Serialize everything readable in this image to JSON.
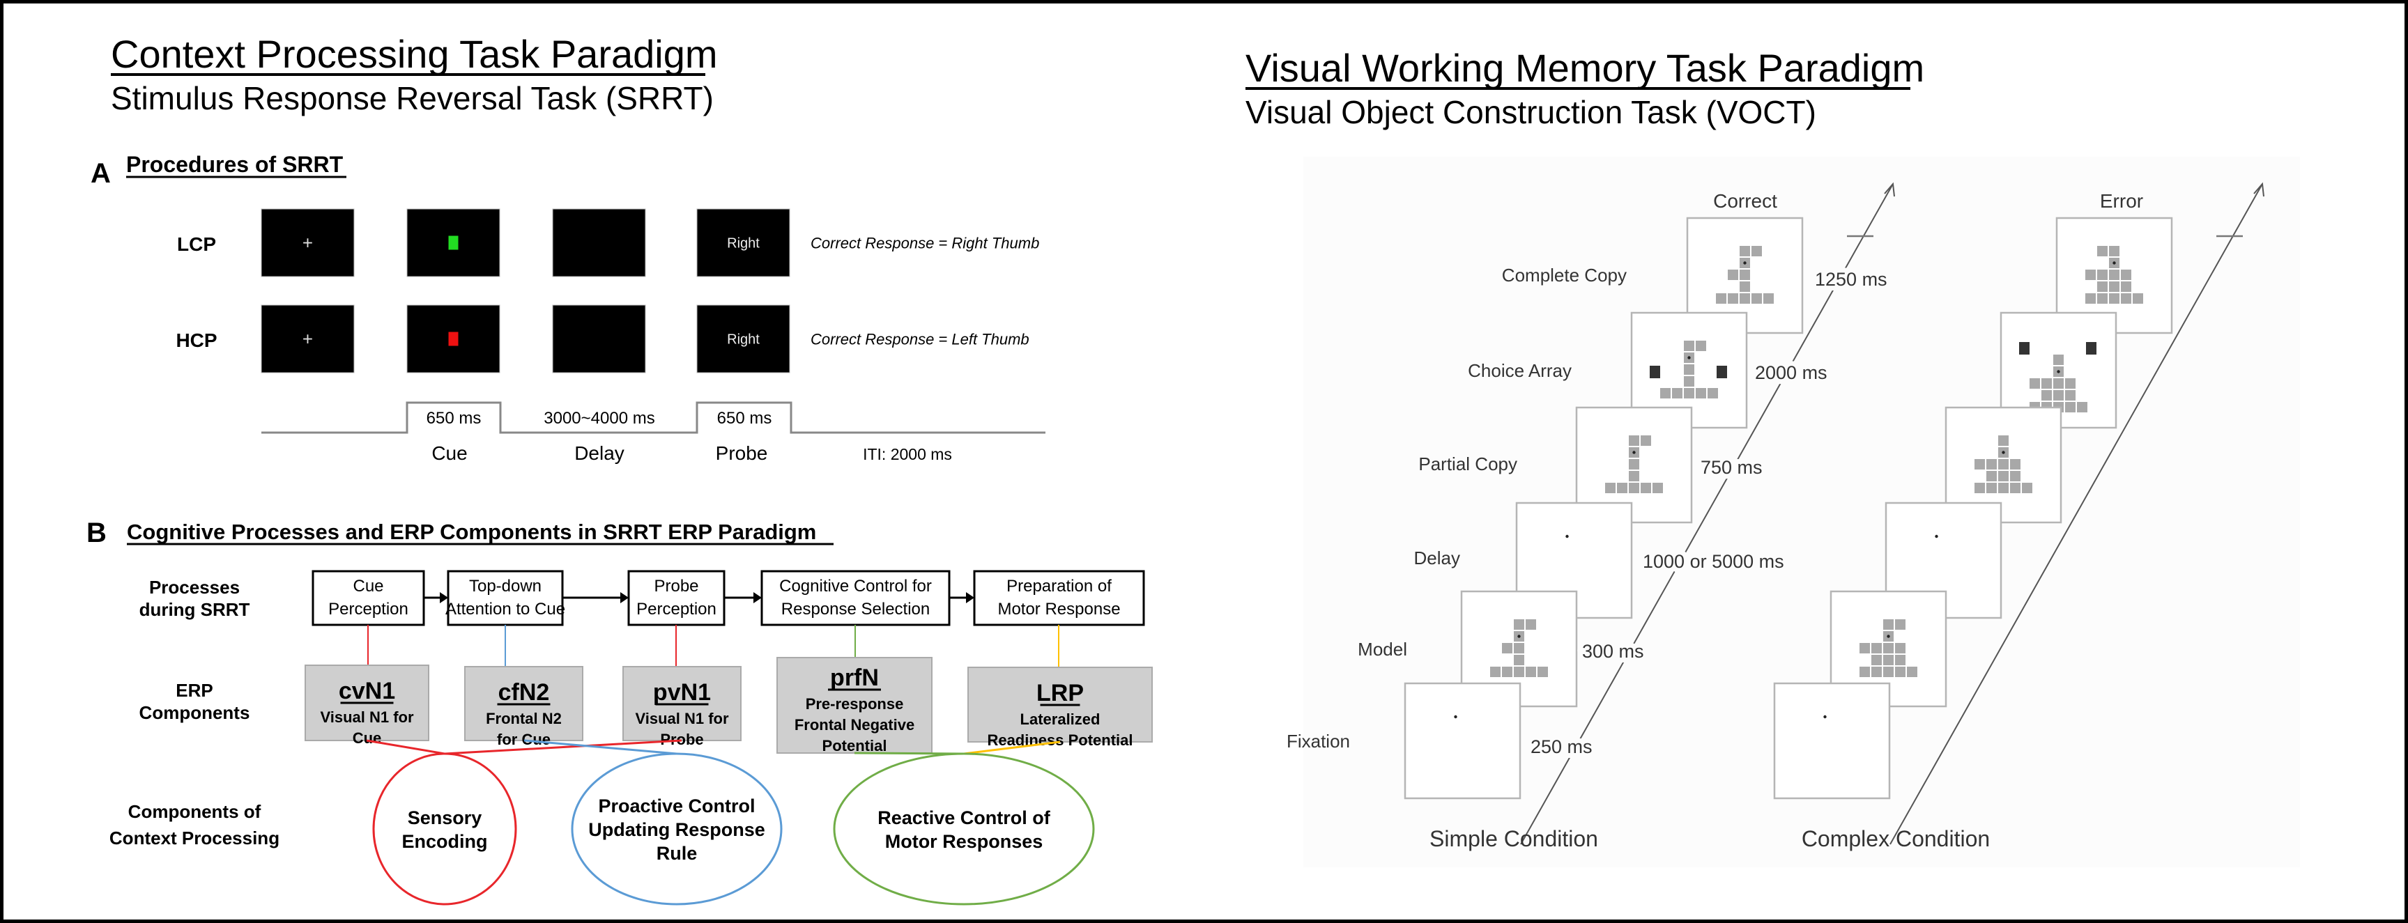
{
  "left": {
    "title": "Context Processing Task Paradigm",
    "subtitle": "Stimulus Response Reversal Task (SRRT)",
    "panel_a": {
      "letter": "A",
      "heading": "Procedures of  SRRT",
      "rows": [
        {
          "label": "LCP",
          "cue_color": "#22dd22",
          "probe_text": "Right",
          "response": "Correct Response = Right Thumb"
        },
        {
          "label": "HCP",
          "cue_color": "#ee1111",
          "probe_text": "Right",
          "response": "Correct Response = Left Thumb"
        }
      ],
      "fixation_symbol": "+",
      "timeline": {
        "durations": [
          "650 ms",
          "3000~4000 ms",
          "650 ms"
        ],
        "phases": [
          "Cue",
          "Delay",
          "Probe"
        ],
        "iti": "ITI: 2000 ms"
      }
    },
    "panel_b": {
      "letter": "B",
      "heading": "Cognitive Processes and ERP Components in SRRT ERP Paradigm",
      "row_labels": {
        "processes": [
          "Processes",
          "during SRRT"
        ],
        "erp": [
          "ERP",
          "Components"
        ],
        "context": [
          "Components of",
          "Context Processing"
        ]
      },
      "processes": [
        {
          "lines": [
            "Cue",
            "Perception"
          ]
        },
        {
          "lines": [
            "Top-down",
            "Attention to Cue"
          ]
        },
        {
          "lines": [
            "Probe",
            "Perception"
          ]
        },
        {
          "lines": [
            "Cognitive Control for",
            "Response Selection"
          ]
        },
        {
          "lines": [
            "Preparation of",
            "Motor Response"
          ]
        }
      ],
      "erp_components": [
        {
          "name": "cvN1",
          "lines": [
            "Visual N1 for",
            "Cue"
          ],
          "link_color": "#e8262b"
        },
        {
          "name": "cfN2",
          "lines": [
            "Frontal N2",
            "for Cue"
          ],
          "link_color": "#5b9bd5"
        },
        {
          "name": "pvN1",
          "lines": [
            "Visual N1 for",
            "Probe"
          ],
          "link_color": "#e8262b"
        },
        {
          "name": "prfN",
          "lines": [
            "Pre-response",
            "Frontal Negative",
            "Potential"
          ],
          "link_color": "#70ad47"
        },
        {
          "name": "LRP",
          "lines": [
            "Lateralized",
            "Readiness Potential"
          ],
          "link_color": "#ffc000"
        }
      ],
      "context_components": [
        {
          "lines": [
            "Sensory",
            "Encoding"
          ],
          "color": "#e8262b"
        },
        {
          "lines": [
            "Proactive Control",
            "Updating Response",
            "Rule"
          ],
          "color": "#5b9bd5"
        },
        {
          "lines": [
            "Reactive Control of",
            "Motor Responses"
          ],
          "color": "#70ad47"
        }
      ]
    }
  },
  "right": {
    "title": "Visual Working Memory Task Paradigm",
    "subtitle": "Visual Object Construction Task (VOCT)",
    "column_headers": [
      "Correct",
      "Error"
    ],
    "stages": [
      "Complete Copy",
      "Choice Array",
      "Partial Copy",
      "Delay",
      "Model",
      "Fixation"
    ],
    "durations": [
      "1250 ms",
      "2000 ms",
      "750 ms",
      "1000 or 5000 ms",
      "300 ms",
      "250 ms"
    ],
    "conditions": [
      "Simple Condition",
      "Complex Condition"
    ]
  }
}
